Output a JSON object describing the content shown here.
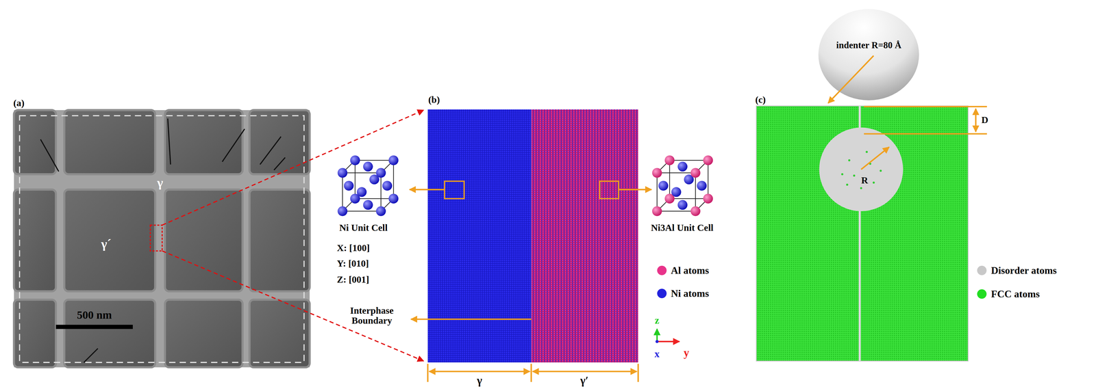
{
  "diagram": {
    "nodes": [
      {
        "text": [
          "indenter R=80 Å"
        ]
      }
    ],
    "labels": [
      "(a)",
      "γ",
      "γ´",
      "500 nm",
      "(b)",
      "Ni Unit Cell",
      "X: [100]",
      "Y: [010]",
      "Z: [001]",
      "Interphase Boundary",
      "Ni3Al Unit Cell",
      "γ",
      "γ′",
      "z",
      "x",
      "y",
      "(c)",
      "D",
      "R"
    ],
    "legend": [
      {
        "text": "Al atoms",
        "color": "#e8338a"
      },
      {
        "text": "Ni atoms",
        "color": "#2222dd"
      },
      {
        "text": "Disorder atoms",
        "color": "#c8c8c8"
      },
      {
        "text": "FCC atoms",
        "color": "#22dd22"
      }
    ]
  }
}
